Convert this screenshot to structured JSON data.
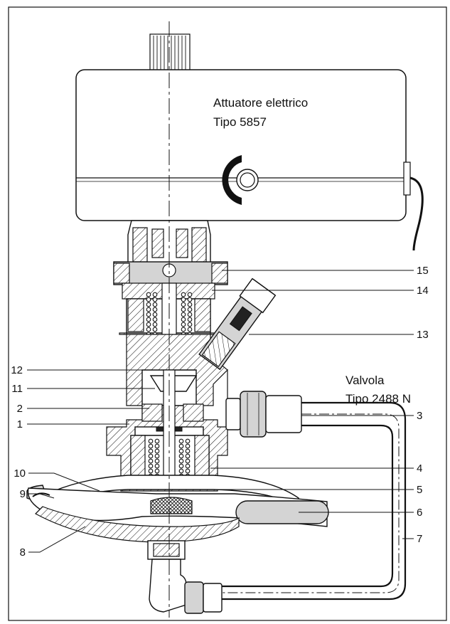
{
  "actuator": {
    "line1": "Attuatore elettrico",
    "line2": "Tipo 5857"
  },
  "valve": {
    "line1": "Valvola",
    "line2": "Tipo 2488 N"
  },
  "left_labels": [
    "12",
    "11",
    "2",
    "1",
    "10",
    "9",
    "8"
  ],
  "right_labels": [
    "15",
    "14",
    "13",
    "3",
    "4",
    "5",
    "6",
    "7"
  ]
}
